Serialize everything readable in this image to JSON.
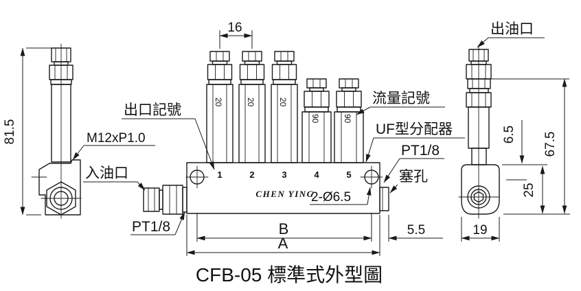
{
  "title": "CFB-05 標準式外型圖",
  "brand": "CHEN YING",
  "front": {
    "outlet_mark_label": "出口記號",
    "flow_mark_label": "流量記號",
    "distributor_label": "UF型分配器",
    "inlet_label": "入油口",
    "inlet_thread": "PT1/8",
    "port_thread": "PT1/8",
    "plug_label": "塞孔",
    "holes_note": "2-Ø6.5",
    "ports": [
      "1",
      "2",
      "3",
      "4",
      "5"
    ],
    "marks": [
      "20",
      "20",
      "20",
      "90",
      "90"
    ],
    "dim_pitch": "16",
    "dim_span": "B",
    "dim_length": "A",
    "dim_plug": "5.5"
  },
  "left_view": {
    "dim_height": "81.5",
    "thread": "M12xP1.0"
  },
  "right_view": {
    "outlet_label": "出油口",
    "dim_offset": "6.5",
    "dim_total": "67.5",
    "dim_block_height": "25",
    "dim_depth": "19"
  }
}
